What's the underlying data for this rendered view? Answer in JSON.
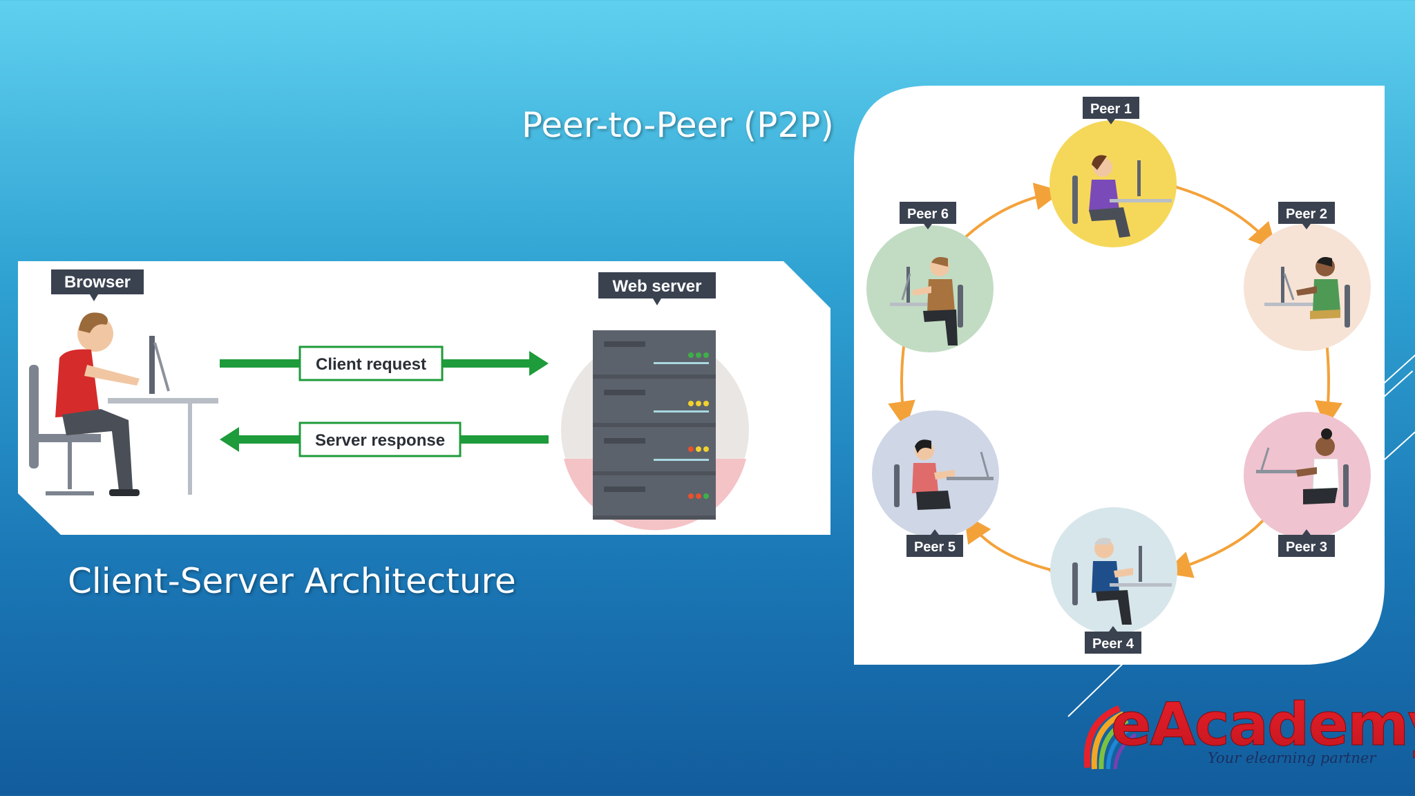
{
  "slide": {
    "p2p_title": "Peer-to-Peer (P2P)",
    "client_server_title": "Client-Server Architecture"
  },
  "client_server": {
    "browser_label": "Browser",
    "server_label": "Web server",
    "request_label": "Client request",
    "response_label": "Server response"
  },
  "p2p": {
    "peers": [
      "Peer 1",
      "Peer 2",
      "Peer 3",
      "Peer 4",
      "Peer 5",
      "Peer 6"
    ]
  },
  "logo": {
    "brand": "eAcademy",
    "tagline": "Your elearning partner"
  },
  "colors": {
    "arrow_green": "#1e9b3a",
    "p2p_arrow": "#f3a23a",
    "label_bg": "#3a4250",
    "peer_circles": [
      "#f5d85a",
      "#f6e3d6",
      "#efc3cf",
      "#d7e6ea",
      "#cfd6e6",
      "#c2dcc3"
    ]
  }
}
